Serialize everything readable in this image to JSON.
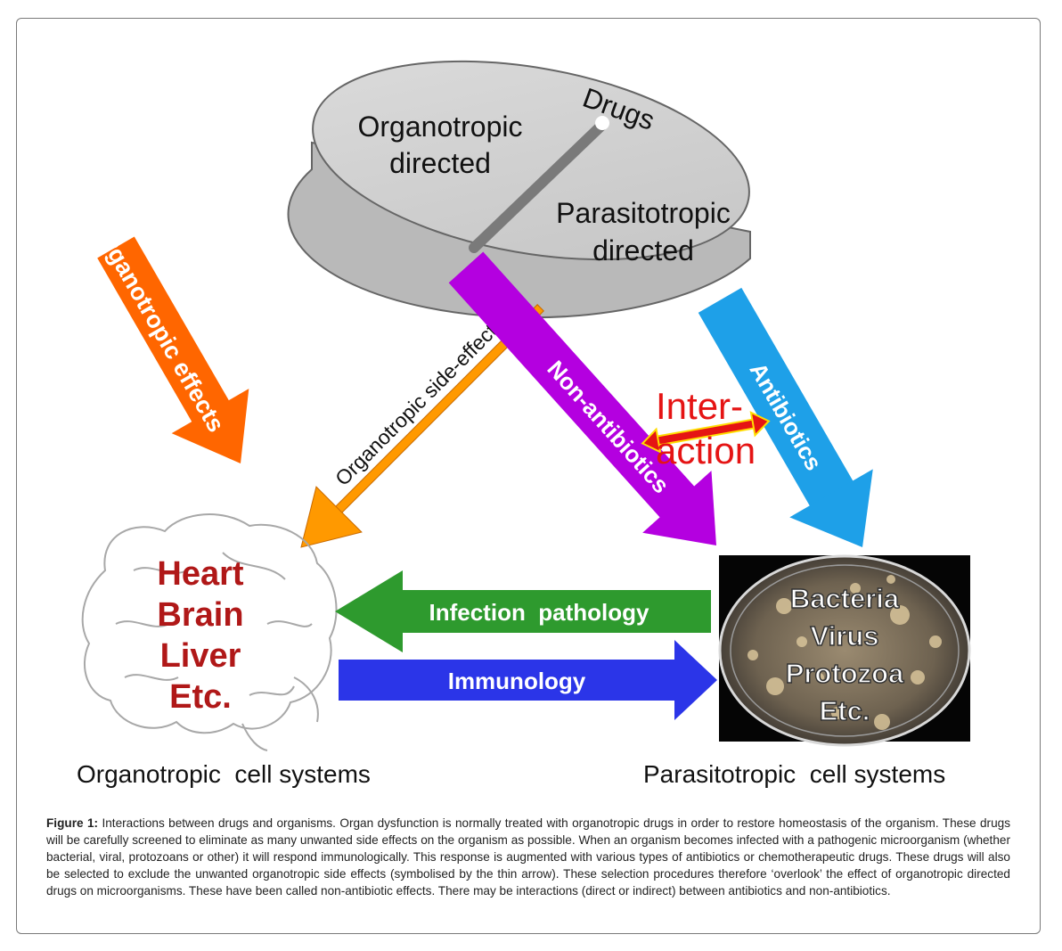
{
  "diagram": {
    "pill": {
      "top_text": [
        "Organotropic",
        "directed"
      ],
      "bottom_text": [
        "Parasitotropic",
        "directed"
      ],
      "drugs_label": "Drugs"
    },
    "arrows": {
      "organotropic_effects": "Organotropic effects",
      "organotropic_side_effects": "Organotropic side-effects",
      "non_antibiotics": "Non-antibiotics",
      "antibiotics": "Antibiotics",
      "infection_pathology": "Infection  pathology",
      "immunology": "Immunology"
    },
    "interaction": [
      "Inter-",
      "action"
    ],
    "organs": [
      "Heart",
      "Brain",
      "Liver",
      "Etc."
    ],
    "microbes": [
      "Bacteria",
      "Virus",
      "Protozoa",
      "Etc."
    ],
    "organotropic_systems": "Organotropic  cell systems",
    "parasitotropic_systems": "Parasitotropic  cell systems"
  },
  "caption": {
    "label": "Figure 1:",
    "text": " Interactions between drugs and organisms. Organ dysfunction is normally treated with organotropic drugs in order to restore homeostasis of the organism. These drugs will be carefully screened to eliminate as many unwanted side effects on the organism as possible. When an organism becomes infected with a pathogenic microorganism (whether bacterial, viral, protozoans or other) it will respond immunologically. This response is augmented with various types of antibiotics or chemotherapeutic drugs. These drugs will also be selected to exclude the unwanted organotropic side effects (symbolised by the thin arrow). These selection procedures therefore ‘overlook’ the effect of organotropic directed drugs on microorganisms. These have been called non-antibiotic effects. There may be interactions (direct or indirect) between antibiotics and non-antibiotics."
  },
  "colors": {
    "orange_arrow": "#ff6600",
    "light_orange_arrow": "#ff9900",
    "purple_arrow": "#b400e0",
    "blue_arrow": "#1ea0e8",
    "green_arrow": "#2e9a2e",
    "indigo_arrow": "#2b35e8",
    "interaction_text": "#e51414",
    "organ_text": "#b01818"
  }
}
